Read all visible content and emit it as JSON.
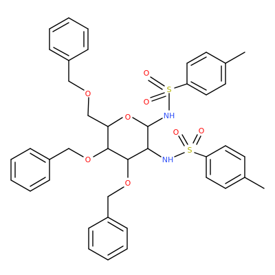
{
  "diagram": {
    "kind": "chemical-structure",
    "colors": {
      "bond": "#000000",
      "O": "#ff0d0d",
      "N": "#3050f8",
      "S": "#b2b200",
      "background": "#ffffff"
    },
    "atoms": [
      {
        "id": "ring_O",
        "element": "O",
        "label": "O"
      },
      {
        "id": "N1",
        "element": "N",
        "label": "NH"
      },
      {
        "id": "N2",
        "element": "N",
        "label": "NH"
      },
      {
        "id": "S1",
        "element": "S",
        "label": "S"
      },
      {
        "id": "S2",
        "element": "S",
        "label": "S"
      },
      {
        "id": "S1_O1",
        "element": "O",
        "label": "O"
      },
      {
        "id": "S1_O2",
        "element": "O",
        "label": "O"
      },
      {
        "id": "S2_O1",
        "element": "O",
        "label": "O"
      },
      {
        "id": "S2_O2",
        "element": "O",
        "label": "O"
      },
      {
        "id": "ether_O6",
        "element": "O",
        "label": "O"
      },
      {
        "id": "ether_O4",
        "element": "O",
        "label": "O"
      },
      {
        "id": "ether_O3",
        "element": "O",
        "label": "O"
      }
    ]
  }
}
